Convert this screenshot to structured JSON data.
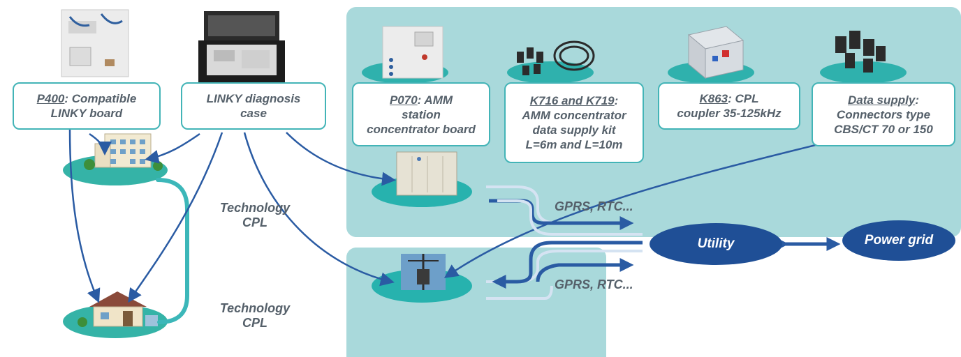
{
  "colors": {
    "zone": "#a9d9db",
    "box_border": "#43b4b7",
    "text": "#55606a",
    "arrow": "#2a5ba3",
    "ellipse": "#1f4f96",
    "cable": "#3cb7b9"
  },
  "products": [
    {
      "code": "P400",
      "rest": ": Compatible",
      "lines": [
        "LINKY board"
      ]
    },
    {
      "code": "",
      "rest": "LINKY diagnosis",
      "lines": [
        "case"
      ]
    },
    {
      "code": "P070",
      "rest": ": AMM",
      "lines": [
        "station",
        "concentrator board"
      ]
    },
    {
      "code": "K716 and K719",
      "rest": ":",
      "lines": [
        "AMM concentrator",
        "data supply kit",
        "L=6m and L=10m"
      ]
    },
    {
      "code": "K863",
      "rest": ": CPL",
      "lines": [
        "coupler 35-125kHz"
      ]
    },
    {
      "code": "Data supply",
      "rest": ":",
      "lines": [
        "Connectors type",
        "CBS/CT 70 or 150"
      ]
    }
  ],
  "links": {
    "tech_top": [
      "Technology",
      "CPL"
    ],
    "tech_bottom": [
      "Technology",
      "CPL"
    ],
    "gprs_top": "GPRS, RTC...",
    "gprs_bottom": "GPRS, RTC..."
  },
  "nodes": {
    "utility": "Utility",
    "power_grid": "Power grid"
  },
  "icons": [
    "board-icon",
    "diagnosis-case-icon",
    "apartment-building-icon",
    "house-icon",
    "substation-cabinet-icon",
    "pole-transformer-icon",
    "cable-kit-icon",
    "coupler-box-icon",
    "connectors-icon"
  ]
}
